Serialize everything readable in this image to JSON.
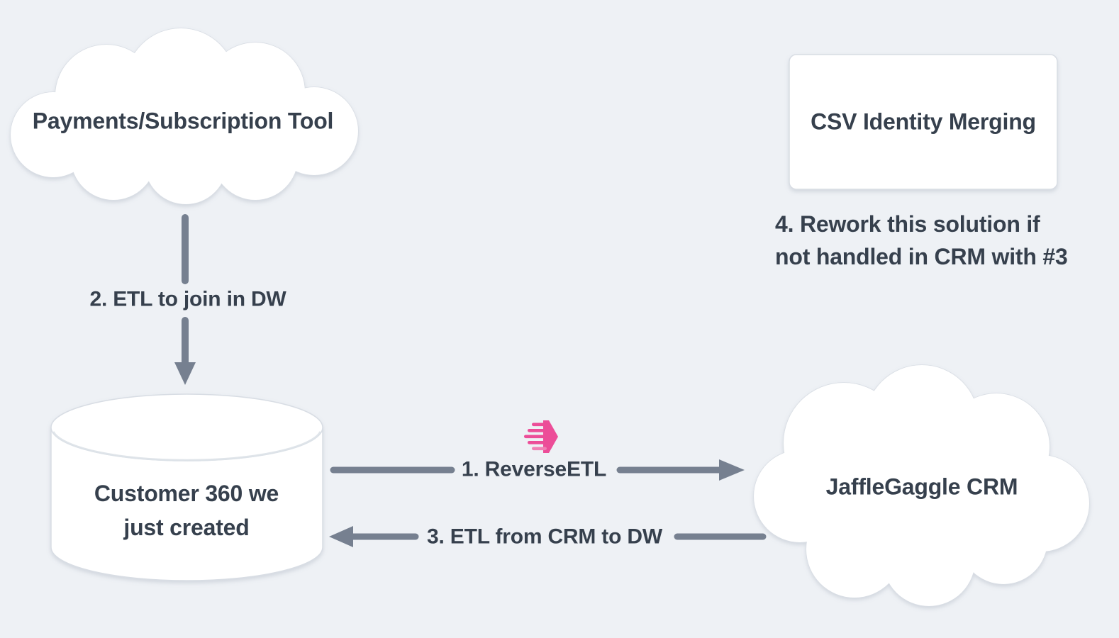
{
  "diagram": {
    "background": "#EEF1F5",
    "colors": {
      "shape_fill": "#FFFFFF",
      "shape_border": "#D8DDE4",
      "label_text": "#36404D",
      "arrow": "#768090",
      "census_pink": "#EC4D98"
    },
    "nodes": {
      "payments": {
        "shape": "cloud",
        "label": "Payments/Subscription Tool"
      },
      "csv_merging": {
        "shape": "rectangle",
        "label": "CSV Identity Merging"
      },
      "customer360": {
        "shape": "cylinder",
        "line1": "Customer 360 we",
        "line2": "just created"
      },
      "jafflegaggle": {
        "shape": "cloud",
        "label": "JaffleGaggle CRM"
      }
    },
    "edges": {
      "reverse_etl": {
        "label": "1. ReverseETL"
      },
      "etl_join_dw": {
        "label": "2. ETL to join in DW"
      },
      "etl_from_crm": {
        "label": "3. ETL from CRM to DW"
      }
    },
    "note": {
      "line1": "4. Rework this solution if",
      "line2": "not handled in CRM with #3"
    },
    "icons": {
      "census_logo": "census-logo-icon"
    }
  }
}
